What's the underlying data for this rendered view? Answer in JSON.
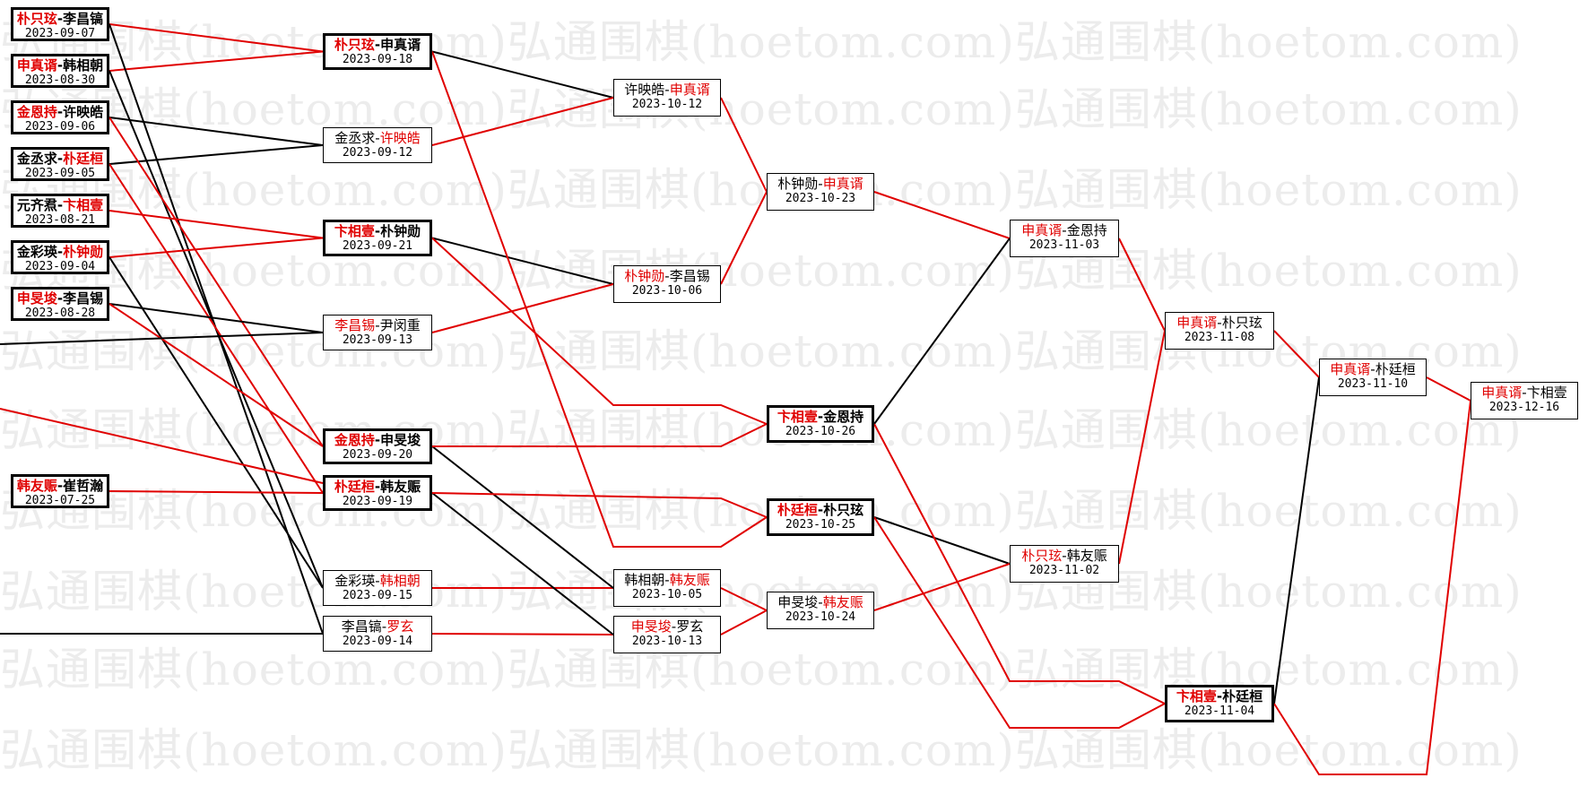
{
  "colors": {
    "winner": "#e00000",
    "loser_line": "#000000",
    "winner_line": "#e00000"
  },
  "watermark": "弘通围棋(hoetom.com)弘通围棋(hoetom.com)弘通围棋(hoetom.com)",
  "matches": {
    "r1_1": {
      "p1": "朴只玹",
      "p2": "李昌镐",
      "date": "2023-09-07",
      "winner": 1
    },
    "r1_2": {
      "p1": "申真谞",
      "p2": "韩相朝",
      "date": "2023-08-30",
      "winner": 1
    },
    "r1_3": {
      "p1": "金恩持",
      "p2": "许映皓",
      "date": "2023-09-06",
      "winner": 1
    },
    "r1_4": {
      "p1": "金丞求",
      "p2": "朴廷桓",
      "date": "2023-09-05",
      "winner": 2
    },
    "r1_5": {
      "p1": "元齐焄",
      "p2": "卞相壹",
      "date": "2023-08-21",
      "winner": 2
    },
    "r1_6": {
      "p1": "金彩瑛",
      "p2": "朴钟勋",
      "date": "2023-09-04",
      "winner": 2
    },
    "r1_7": {
      "p1": "申旻埈",
      "p2": "李昌锡",
      "date": "2023-08-28",
      "winner": 1
    },
    "r1_8": {
      "p1": "韩友赈",
      "p2": "崔哲瀚",
      "date": "2023-07-25",
      "winner": 1
    },
    "r2_1": {
      "p1": "朴只玹",
      "p2": "申真谞",
      "date": "2023-09-18",
      "winner": 1
    },
    "r2_2": {
      "p1": "金丞求",
      "p2": "许映皓",
      "date": "2023-09-12",
      "winner": 2
    },
    "r2_3": {
      "p1": "卞相壹",
      "p2": "朴钟勋",
      "date": "2023-09-21",
      "winner": 1
    },
    "r2_4": {
      "p1": "李昌锡",
      "p2": "尹闵重",
      "date": "2023-09-13",
      "winner": 1
    },
    "r2_5": {
      "p1": "金恩持",
      "p2": "申旻埈",
      "date": "2023-09-20",
      "winner": 1
    },
    "r2_6": {
      "p1": "朴廷桓",
      "p2": "韩友赈",
      "date": "2023-09-19",
      "winner": 1
    },
    "r2_7": {
      "p1": "金彩瑛",
      "p2": "韩相朝",
      "date": "2023-09-15",
      "winner": 2
    },
    "r2_8": {
      "p1": "李昌镐",
      "p2": "罗玄",
      "date": "2023-09-14",
      "winner": 2
    },
    "r3_1": {
      "p1": "许映皓",
      "p2": "申真谞",
      "date": "2023-10-12",
      "winner": 2
    },
    "r3_2": {
      "p1": "朴钟勋",
      "p2": "李昌锡",
      "date": "2023-10-06",
      "winner": 1
    },
    "r3_3": {
      "p1": "韩相朝",
      "p2": "韩友赈",
      "date": "2023-10-05",
      "winner": 2
    },
    "r3_4": {
      "p1": "申旻埈",
      "p2": "罗玄",
      "date": "2023-10-13",
      "winner": 1
    },
    "r4_1": {
      "p1": "朴钟勋",
      "p2": "申真谞",
      "date": "2023-10-23",
      "winner": 2
    },
    "r4_2": {
      "p1": "卞相壹",
      "p2": "金恩持",
      "date": "2023-10-26",
      "winner": 1
    },
    "r4_3": {
      "p1": "朴廷桓",
      "p2": "朴只玹",
      "date": "2023-10-25",
      "winner": 1
    },
    "r4_4": {
      "p1": "申旻埈",
      "p2": "韩友赈",
      "date": "2023-10-24",
      "winner": 2
    },
    "r5_1": {
      "p1": "申真谞",
      "p2": "金恩持",
      "date": "2023-11-03",
      "winner": 1
    },
    "r5_2": {
      "p1": "朴只玹",
      "p2": "韩友赈",
      "date": "2023-11-02",
      "winner": 1
    },
    "r6_1": {
      "p1": "申真谞",
      "p2": "朴只玹",
      "date": "2023-11-08",
      "winner": 1
    },
    "r6_2": {
      "p1": "卞相壹",
      "p2": "朴廷桓",
      "date": "2023-11-04",
      "winner": 1
    },
    "r7_1": {
      "p1": "申真谞",
      "p2": "朴廷桓",
      "date": "2023-11-10",
      "winner": 1
    },
    "r8_1": {
      "p1": "申真谞",
      "p2": "卞相壹",
      "date": "2023-12-16",
      "winner": 1
    }
  }
}
